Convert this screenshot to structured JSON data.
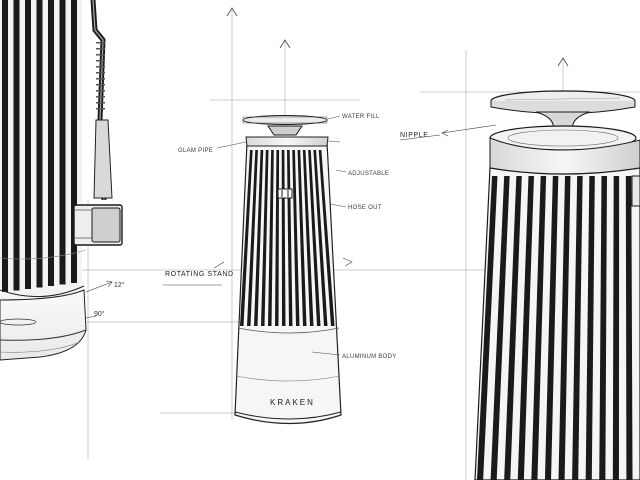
{
  "labels": {
    "nipple": "NIPPLE",
    "rotating_stand": "ROTATING STAND",
    "brand_mark": "KRAKEN",
    "angle_upper": "12°",
    "angle_lower": "90°",
    "scribble_left": "GLAM PIPE",
    "scribble_top_right": "WATER FILL",
    "scribble_right_a": "ADJUSTABLE",
    "scribble_right_b": "HOSE OUT",
    "scribble_right_c": "ALUMINUM BODY"
  },
  "palette": {
    "ink": "#1a1a1a",
    "paper": "#ffffff",
    "shade": "#2b2b2b"
  }
}
